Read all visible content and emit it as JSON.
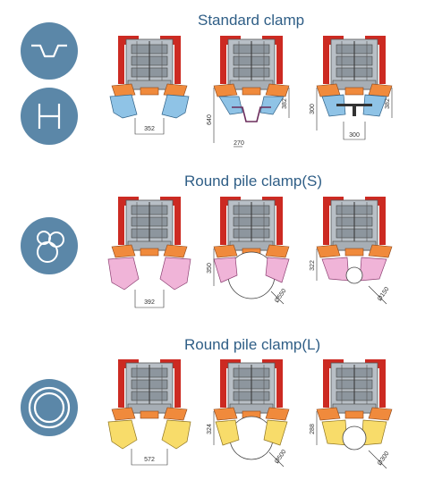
{
  "sections": [
    {
      "title": "Standard clamp",
      "icons": [
        "sheet-pile-icon",
        "h-beam-icon"
      ],
      "jaw_color": "#8fc3e6",
      "diagrams": [
        {
          "labels": [
            "352"
          ]
        },
        {
          "labels": [
            "640",
            "270",
            "382"
          ]
        },
        {
          "labels": [
            "300",
            "300",
            "382"
          ]
        }
      ]
    },
    {
      "title": "Round pile clamp(S)",
      "icons": [
        "small-round-piles-icon"
      ],
      "jaw_color": "#f0b4d8",
      "diagrams": [
        {
          "labels": [
            "392"
          ]
        },
        {
          "labels": [
            "350",
            "Ø550"
          ]
        },
        {
          "labels": [
            "322",
            "Ø150"
          ]
        }
      ]
    },
    {
      "title": "Round pile clamp(L)",
      "icons": [
        "large-round-pile-icon"
      ],
      "jaw_color": "#f8dc6a",
      "diagrams": [
        {
          "labels": [
            "572"
          ]
        },
        {
          "labels": [
            "324",
            "Ø500"
          ]
        },
        {
          "labels": [
            "288",
            "Ø300"
          ]
        }
      ]
    }
  ],
  "colors": {
    "title": "#2f5e86",
    "icon_bg": "#5b87a8",
    "frame_red": "#cc2a22",
    "frame_orange": "#f08a3c",
    "body_gray": "#9aa3ab"
  }
}
